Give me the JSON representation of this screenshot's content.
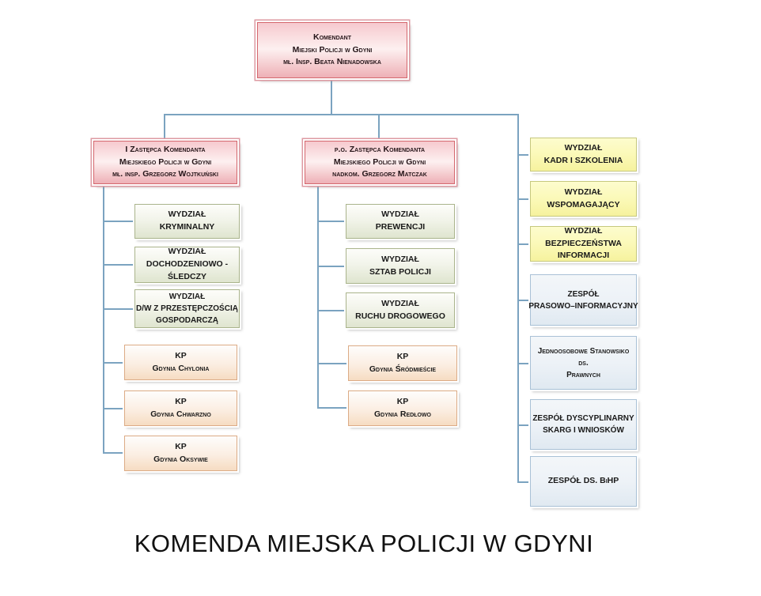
{
  "title": "KOMENDA MIEJSKA POLICJI W GDYNI",
  "org": {
    "komendant": {
      "lines": [
        "Komendant",
        "Miejski Policji w Gdyni",
        "mł. Insp. Beata Nienadowska"
      ]
    },
    "deputy_left": {
      "lines": [
        "I Zastępca Komendanta",
        "Miejskiego Policji w Gdyni",
        "mł. insp. Grzegorz Wojtkuński"
      ]
    },
    "deputy_middle": {
      "lines": [
        "p.o. Zastępca Komendanta",
        "Miejskiego Policji w Gdyni",
        "nadkom. Grzegorz Matczak"
      ]
    },
    "left_column": [
      {
        "lines": [
          "WYDZIAŁ",
          "KRYMINALNY"
        ]
      },
      {
        "lines": [
          "WYDZIAŁ",
          "DOCHODZENIOWO -",
          "ŚLEDCZY"
        ]
      },
      {
        "lines": [
          "WYDZIAŁ",
          "D/W Z PRZESTĘPCZOŚCIĄ",
          "GOSPODARCZĄ"
        ]
      },
      {
        "lines": [
          "KP",
          "Gdynia Chylonia"
        ]
      },
      {
        "lines": [
          "KP",
          "Gdynia Chwarzno"
        ]
      },
      {
        "lines": [
          "KP",
          "Gdynia Oksywie"
        ]
      }
    ],
    "middle_column": [
      {
        "lines": [
          "WYDZIAŁ",
          "PREWENCJI"
        ]
      },
      {
        "lines": [
          "WYDZIAŁ",
          "SZTAB POLICJI"
        ]
      },
      {
        "lines": [
          "WYDZIAŁ",
          "RUCHU DROGOWEGO"
        ]
      },
      {
        "lines": [
          "KP",
          "Gdynia Śródmieście"
        ]
      },
      {
        "lines": [
          "KP",
          "Gdynia Redłowo"
        ]
      }
    ],
    "right_column": [
      {
        "lines": [
          "WYDZIAŁ",
          "KADR I SZKOLENIA"
        ]
      },
      {
        "lines": [
          "WYDZIAŁ",
          "WSPOMAGAJĄCY"
        ]
      },
      {
        "lines": [
          "WYDZIAŁ",
          "BEZPIECZEŃSTWA",
          "INFORMACJI"
        ]
      },
      {
        "lines": [
          "ZESPÓŁ",
          "PRASOWO–INFORMACYJNY"
        ]
      },
      {
        "lines": [
          "Jednoosobowe Stanowsiko",
          "ds.",
          "Prawnych"
        ]
      },
      {
        "lines": [
          "ZESPÓŁ DYSCYPLINARNY",
          "SKARG I WNIOSKÓW"
        ]
      },
      {
        "lines": [
          "ZESPÓŁ DS. BiHP"
        ]
      }
    ]
  },
  "colors": {
    "connector": "#7ba3c0",
    "pink_border": "#d4666c",
    "green_border": "#aab48c",
    "yellow_border": "#c6c87e",
    "orange_border": "#dcab85",
    "blue_border": "#a9c1d6"
  }
}
